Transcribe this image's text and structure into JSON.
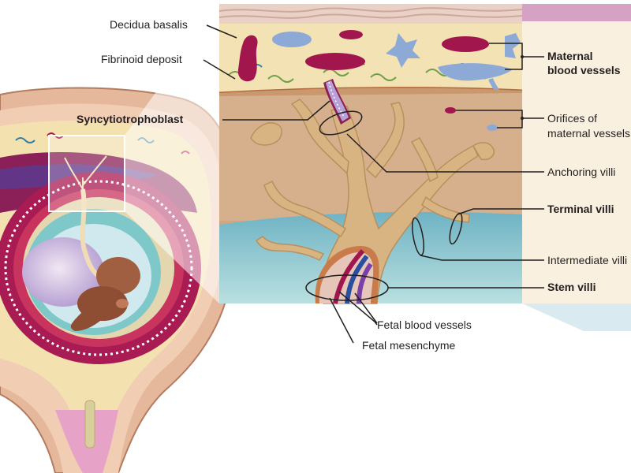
{
  "labels": {
    "decidua_basalis": "Decidua basalis",
    "fibrinoid_deposit": "Fibrinoid deposit",
    "syncytiotrophoblast": "Syncytiotrophoblast",
    "maternal_blood_vessels_1": "Maternal",
    "maternal_blood_vessels_2": "blood vessels",
    "orifices_1": "Orifices of",
    "orifices_2": "maternal vessels",
    "anchoring_villi": "Anchoring villi",
    "terminal_villi": "Terminal villi",
    "intermediate_villi": "Intermediate villi",
    "stem_villi": "Stem villi",
    "fetal_blood_vessels": "Fetal blood vessels",
    "fetal_mesenchyme": "Fetal mesenchyme"
  },
  "colors": {
    "decidua": "#f3e2b3",
    "maternal_vessel_red": "#a2164e",
    "maternal_vessel_blue": "#8da9d6",
    "intervillous_space": "#d6b08c",
    "amniotic_fluid": "#8ccbd3",
    "villi": "#d8b483",
    "embryo": "#9c5a3e",
    "uterine_wall": "#f3c9d6",
    "legend_bar": "#d6a2c3"
  }
}
